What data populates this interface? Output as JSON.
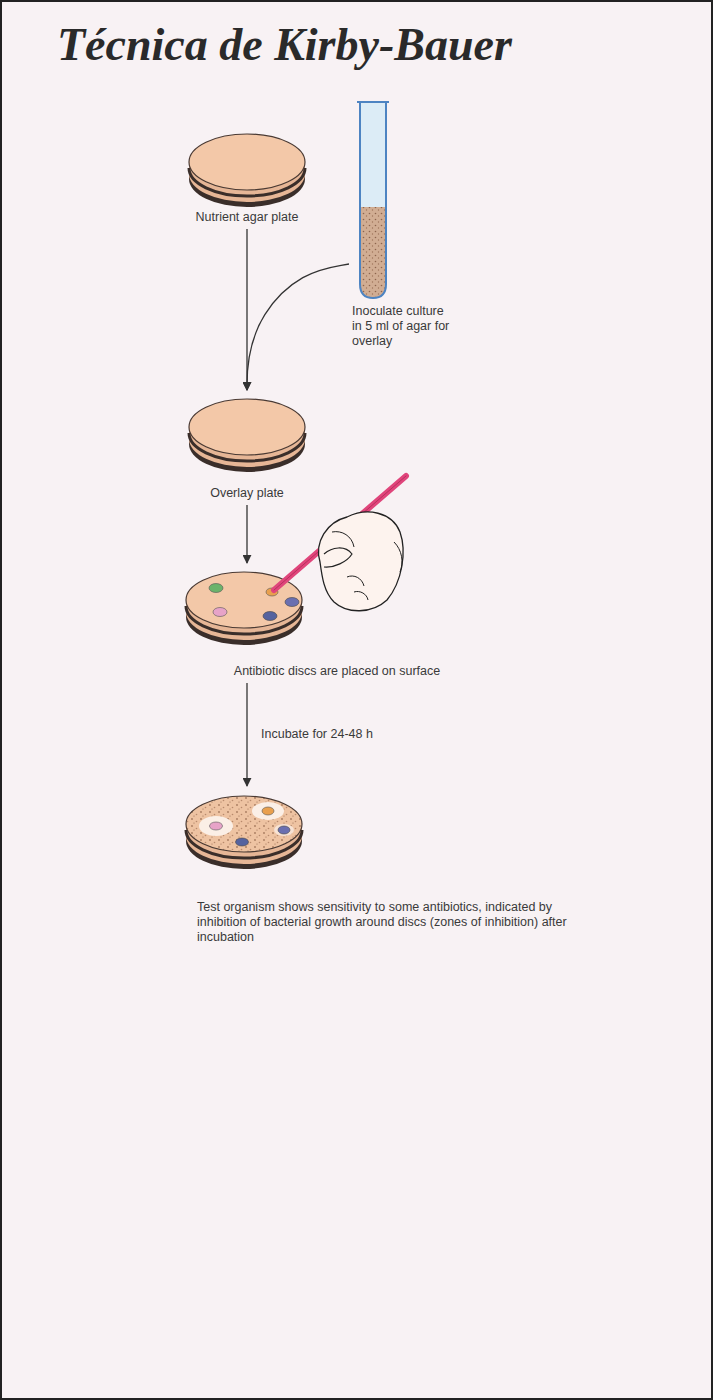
{
  "diagram": {
    "title": "Técnica de Kirby-Bauer",
    "nodes": [
      {
        "text": [
          "Nutrient agar plate"
        ]
      },
      {
        "text": [
          "Inoculate culture in 5 ml of agar for overlay"
        ]
      },
      {
        "text": [
          "Overlay plate"
        ]
      },
      {
        "text": [
          "Antibiotic discs are placed on surface"
        ]
      },
      {
        "text": [
          "Test organism shows sensitivity to some antibiotics, indicated by inhibition of bacterial growth around discs (zones of inhibition) after incubation"
        ]
      }
    ],
    "edges": [
      {
        "from": 0,
        "to": 2,
        "arrow": "to"
      },
      {
        "from": 1,
        "to": 2,
        "arrow": "to"
      },
      {
        "from": 2,
        "to": 3,
        "arrow": "to"
      },
      {
        "from": 3,
        "to": 4,
        "label": "Incubate for 24-48 h",
        "arrow": "to"
      }
    ]
  }
}
